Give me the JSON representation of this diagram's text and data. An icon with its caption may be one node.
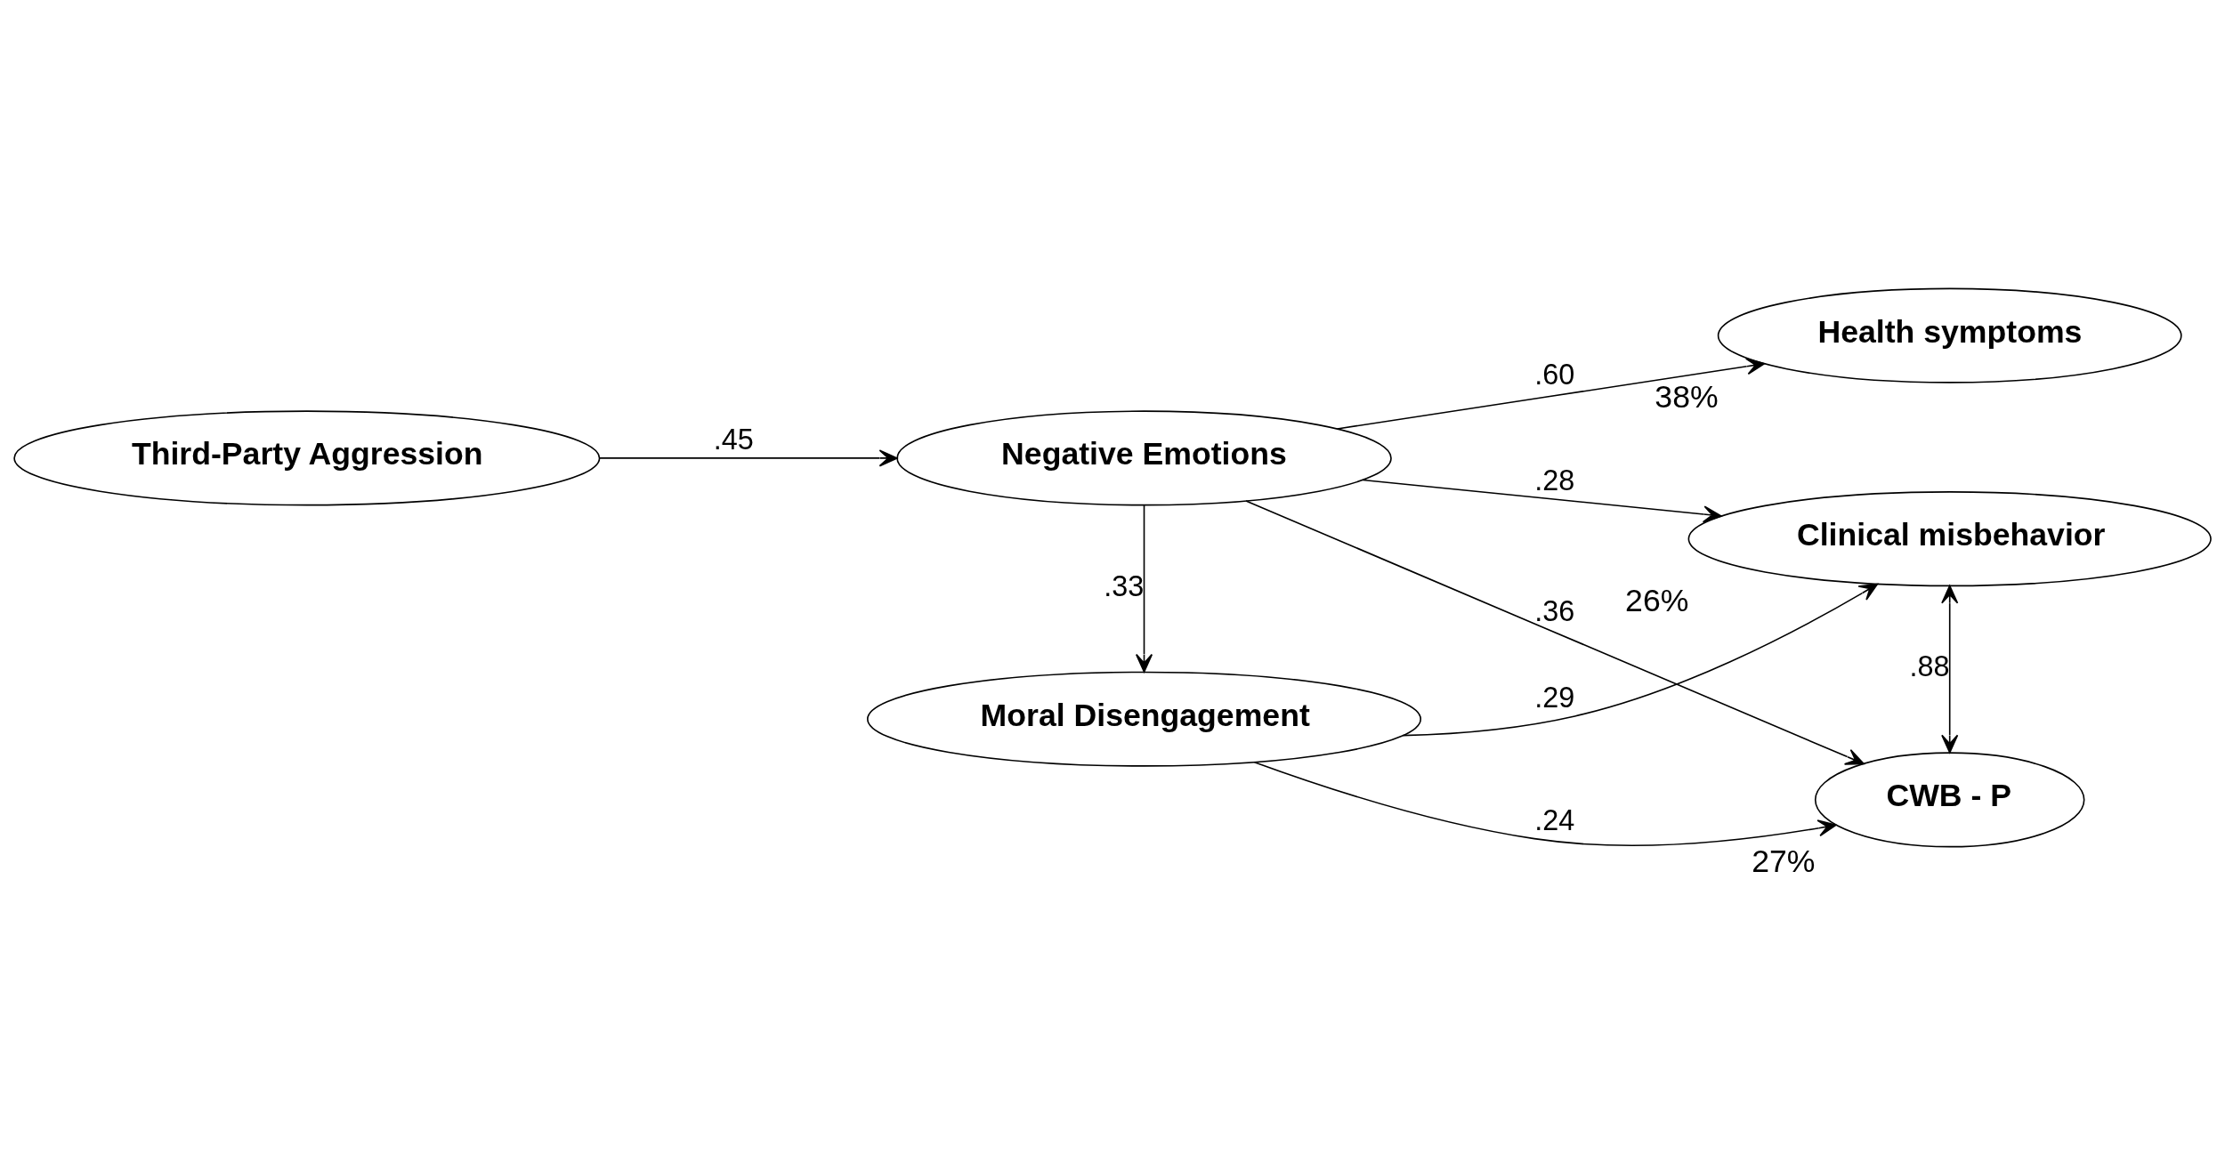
{
  "diagram": {
    "nodes": [
      {
        "text": [
          "Third-Party Aggression"
        ]
      },
      {
        "text": [
          "Negative Emotions"
        ]
      },
      {
        "text": [
          "Moral Disengagement"
        ]
      },
      {
        "text": [
          "Health symptoms"
        ],
        "beside": [
          "38%"
        ]
      },
      {
        "text": [
          "Clinical misbehavior"
        ],
        "beside": [
          "26%"
        ]
      },
      {
        "text": [
          "CWB - P"
        ],
        "beside": [
          "27%"
        ]
      }
    ],
    "edges": [
      {
        "from": 0,
        "to": 1,
        "arrow": "to",
        "label": ".45"
      },
      {
        "from": 1,
        "to": 3,
        "arrow": "to",
        "label": ".60"
      },
      {
        "from": 1,
        "to": 4,
        "arrow": "to",
        "label": ".28"
      },
      {
        "from": 1,
        "to": 5,
        "arrow": "to",
        "label": ".36"
      },
      {
        "from": 1,
        "to": 2,
        "arrow": "to",
        "label": ".33"
      },
      {
        "from": 2,
        "to": 4,
        "arrow": "to",
        "label": ".29"
      },
      {
        "from": 2,
        "to": 5,
        "arrow": "to",
        "label": ".24"
      },
      {
        "from": 4,
        "to": 5,
        "arrow": "both",
        "label": ".88"
      }
    ]
  }
}
